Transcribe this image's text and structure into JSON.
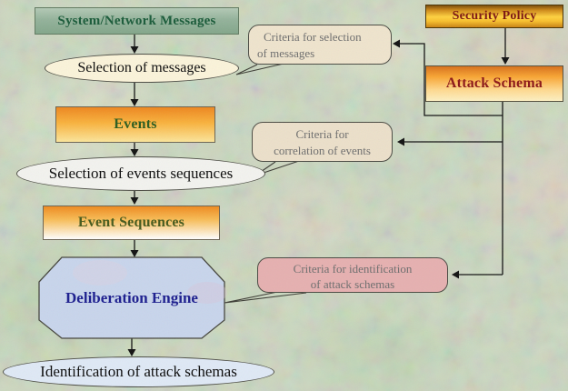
{
  "nodes": {
    "system_network_messages": {
      "label": "System/Network Messages"
    },
    "security_policy": {
      "label": "Security Policy"
    },
    "selection_of_messages": {
      "label": "Selection of messages"
    },
    "attack_schema": {
      "label": "Attack Schema"
    },
    "events": {
      "label": "Events"
    },
    "selection_of_events_sequences": {
      "label": "Selection of events sequences"
    },
    "event_sequences": {
      "label": "Event Sequences"
    },
    "deliberation_engine": {
      "label": "Deliberation Engine"
    },
    "identification_of_attack_schemas": {
      "label": "Identification of attack schemas"
    }
  },
  "callouts": {
    "selection": {
      "line1": "Criteria for selection",
      "line2": "of messages"
    },
    "correlation": {
      "line1": "Criteria for",
      "line2": "correlation of events"
    },
    "identification": {
      "line1": "Criteria for identification",
      "line2": "of attack schemas"
    }
  },
  "palette": {
    "background_base": "#ccd8c0",
    "connector": "#111111",
    "snm_text": "#185a38",
    "snm_fill": "#93b29a",
    "security_policy_text": "#7c1410",
    "security_policy_fill": "#ffd23f",
    "attack_schema_text": "#8c1616",
    "attack_schema_fill_top": "#d8701a",
    "events_text": "#2b5c1e",
    "events_fill_top": "#ee861e",
    "event_sequences_text": "#45591b",
    "deliberation_engine_text": "#1a1c8e",
    "octagon_fill": "#c8d5ec",
    "ellipse_messages_fill": "#fbf4da",
    "ellipse_sequences_fill": "#f3f3ef",
    "ellipse_identification_fill": "#dfe9f6",
    "callout_cream_fill": "#efe4cd",
    "callout_pink_fill": "#e6b0b0",
    "callout_text": "#6d6d6d"
  }
}
